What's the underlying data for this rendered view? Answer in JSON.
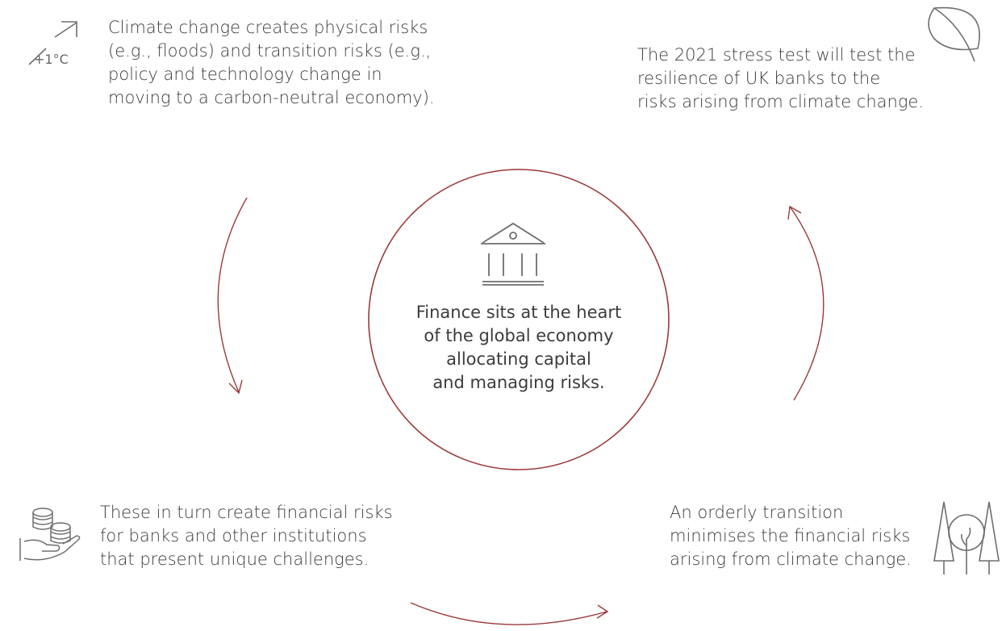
{
  "center": {
    "icon": "bank-icon",
    "lines": [
      "Finance sits at the heart",
      "of the global economy",
      "allocating capital",
      "and managing risks."
    ]
  },
  "steps": [
    {
      "icon": "temperature-rise-icon",
      "icon_label": "+1°C",
      "lines": [
        "Climate change creates physical risks",
        "(e.g., floods) and transition risks (e.g.,",
        "policy and technology change in",
        "moving to a carbon-neutral economy)."
      ]
    },
    {
      "icon": "leaf-icon",
      "lines": [
        "The 2021 stress test will test the",
        "resilience of UK banks to the",
        "risks arising from climate change."
      ]
    },
    {
      "icon": "trees-icon",
      "lines": [
        "An orderly transition",
        "minimises the financial risks",
        "arising from climate change."
      ]
    },
    {
      "icon": "coins-hand-icon",
      "lines": [
        "These in turn create financial risks",
        "for banks and other institutions",
        "that present unique challenges."
      ]
    }
  ],
  "colors": {
    "accent": "#9b3a3a",
    "icon": "#6e6e6e",
    "text": "#3c3c3c"
  }
}
